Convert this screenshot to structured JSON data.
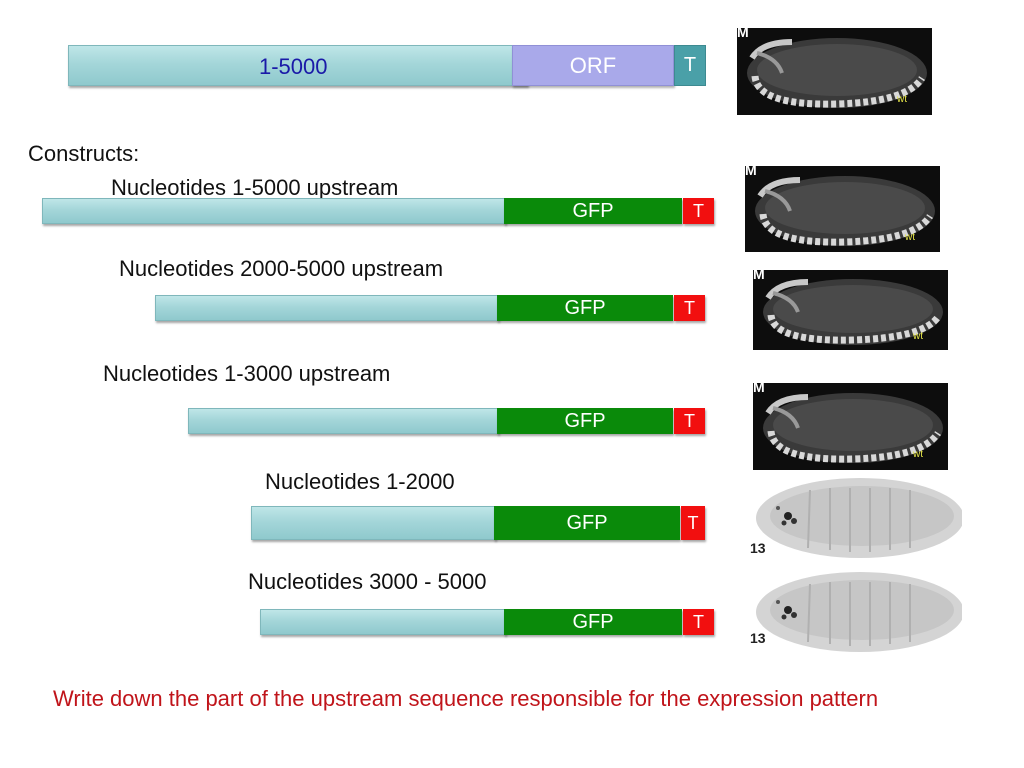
{
  "gene": {
    "upstream_label": "1-5000",
    "orf_label": "ORF",
    "t_label": "T"
  },
  "constructs_heading": "Constructs:",
  "constructs": [
    {
      "label": "Nucleotides 1-5000 upstream",
      "gfp": "GFP",
      "t": "T"
    },
    {
      "label": "Nucleotides 2000-5000 upstream",
      "gfp": "GFP",
      "t": "T"
    },
    {
      "label": "Nucleotides 1-3000 upstream",
      "gfp": "GFP",
      "t": "T"
    },
    {
      "label": "Nucleotides 1-2000",
      "gfp": "GFP",
      "t": "T"
    },
    {
      "label": "Nucleotides 3000 - 5000",
      "gfp": "GFP",
      "t": "T"
    }
  ],
  "images": [
    {
      "corner": "M",
      "tag": "wt"
    },
    {
      "corner": "M",
      "tag": "wt"
    },
    {
      "corner": "M",
      "tag": "wt"
    },
    {
      "corner": "M",
      "tag": "wt"
    },
    {
      "stage": "13"
    },
    {
      "stage": "13"
    }
  ],
  "question": "Write down the part of the upstream sequence responsible for the expression pattern"
}
